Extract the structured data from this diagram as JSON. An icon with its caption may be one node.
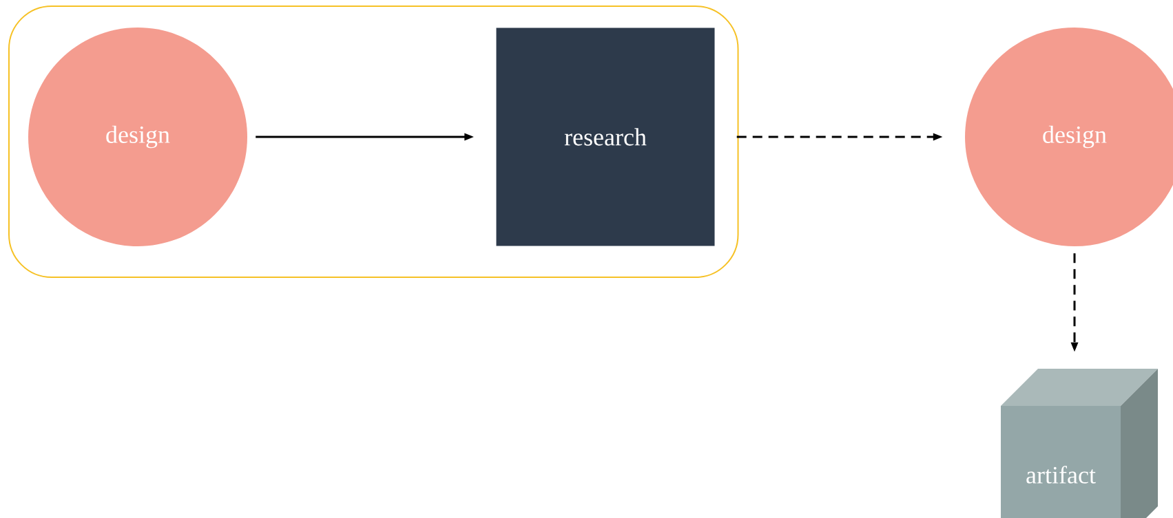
{
  "diagram": {
    "nodes": [
      {
        "text": [],
        "shape": "box"
      },
      {
        "text": [
          "design"
        ],
        "in": 0
      },
      {
        "text": [
          "research"
        ],
        "in": 0
      },
      {
        "text": [
          "design"
        ]
      },
      {
        "text": [
          "artifact"
        ]
      }
    ],
    "edges": [
      {
        "from": 1,
        "to": 2,
        "arrow": "to"
      },
      {
        "from": 2,
        "to": 3,
        "arrow": "to",
        "style": "dashed"
      },
      {
        "from": 3,
        "to": 4,
        "arrow": "to",
        "style": "dashed"
      }
    ]
  }
}
